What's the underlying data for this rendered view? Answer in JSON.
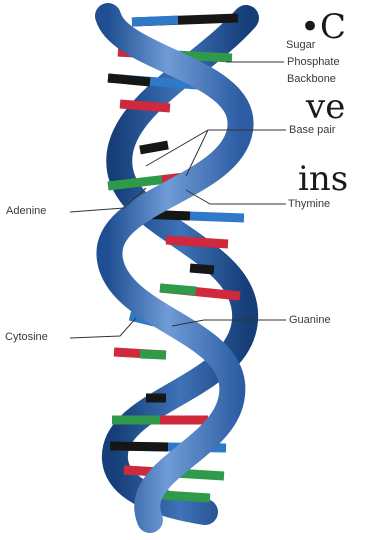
{
  "labels": {
    "sugar": "Sugar",
    "phosphate": "Phosphate",
    "backbone": "Backbone",
    "base_pair": "Base pair",
    "adenine": "Adenine",
    "thymine": "Thymine",
    "cytosine": "Cytosine",
    "guanine": "Guanine"
  },
  "overlay_text": {
    "bullet": "•C",
    "line2": "ve",
    "line3": "ins"
  },
  "colors": {
    "helix_light": "#6f9bd6",
    "helix_mid": "#3f72b8",
    "helix_dark": "#1f4f92",
    "adenine": "#2e9a4a",
    "thymine": "#d0283c",
    "cytosine": "#2f79c9",
    "guanine": "#161616",
    "leader_line": "#333333"
  }
}
